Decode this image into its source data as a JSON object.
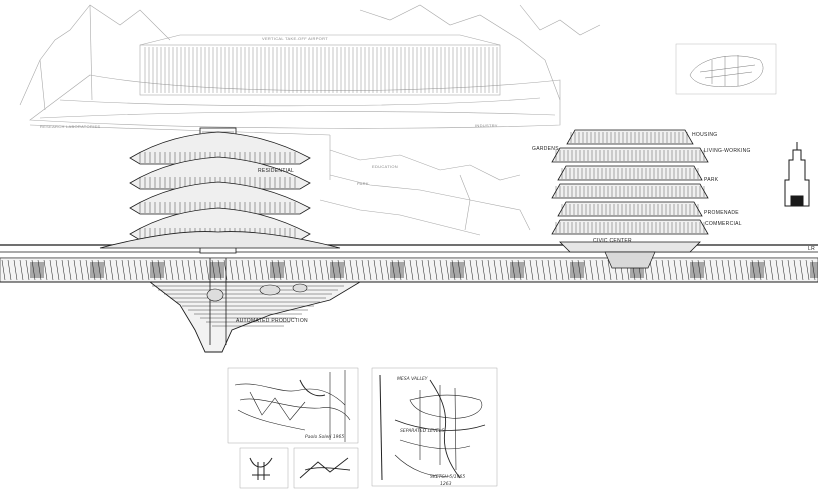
{
  "labels": {
    "vertical_take_off_airport": "VERTICAL TAKE-OFF AIRPORT",
    "research_laboratories": "RESEARCH LABORATORIES",
    "industry": "INDUSTRY",
    "residential": "RESIDENTIAL",
    "park": "PARK",
    "education": "EDUCATION",
    "automated_production": "AUTOMATED PRODUCTION",
    "housing": "HOUSING",
    "gardens": "GARDENS",
    "living_working": "LIVING-WORKING",
    "park_right": "PARK",
    "promenade": "PROMENADE",
    "civic_center": "CIVIC CENTER",
    "commercial": "COMMERCIAL",
    "edge_tag": "LR"
  },
  "sketch_notes": {
    "sketch1": "Paolo Soleri 1965",
    "sketch2_title": "MESA VALLEY",
    "sketch2_sub": "SEPARATED LEVELS",
    "sketch2_date": "SKETCH 5/1965",
    "sketch2_num": "1263"
  },
  "colors": {
    "ink": "#1a1a1a",
    "faint": "#9a9a9a",
    "paper": "#ffffff"
  }
}
